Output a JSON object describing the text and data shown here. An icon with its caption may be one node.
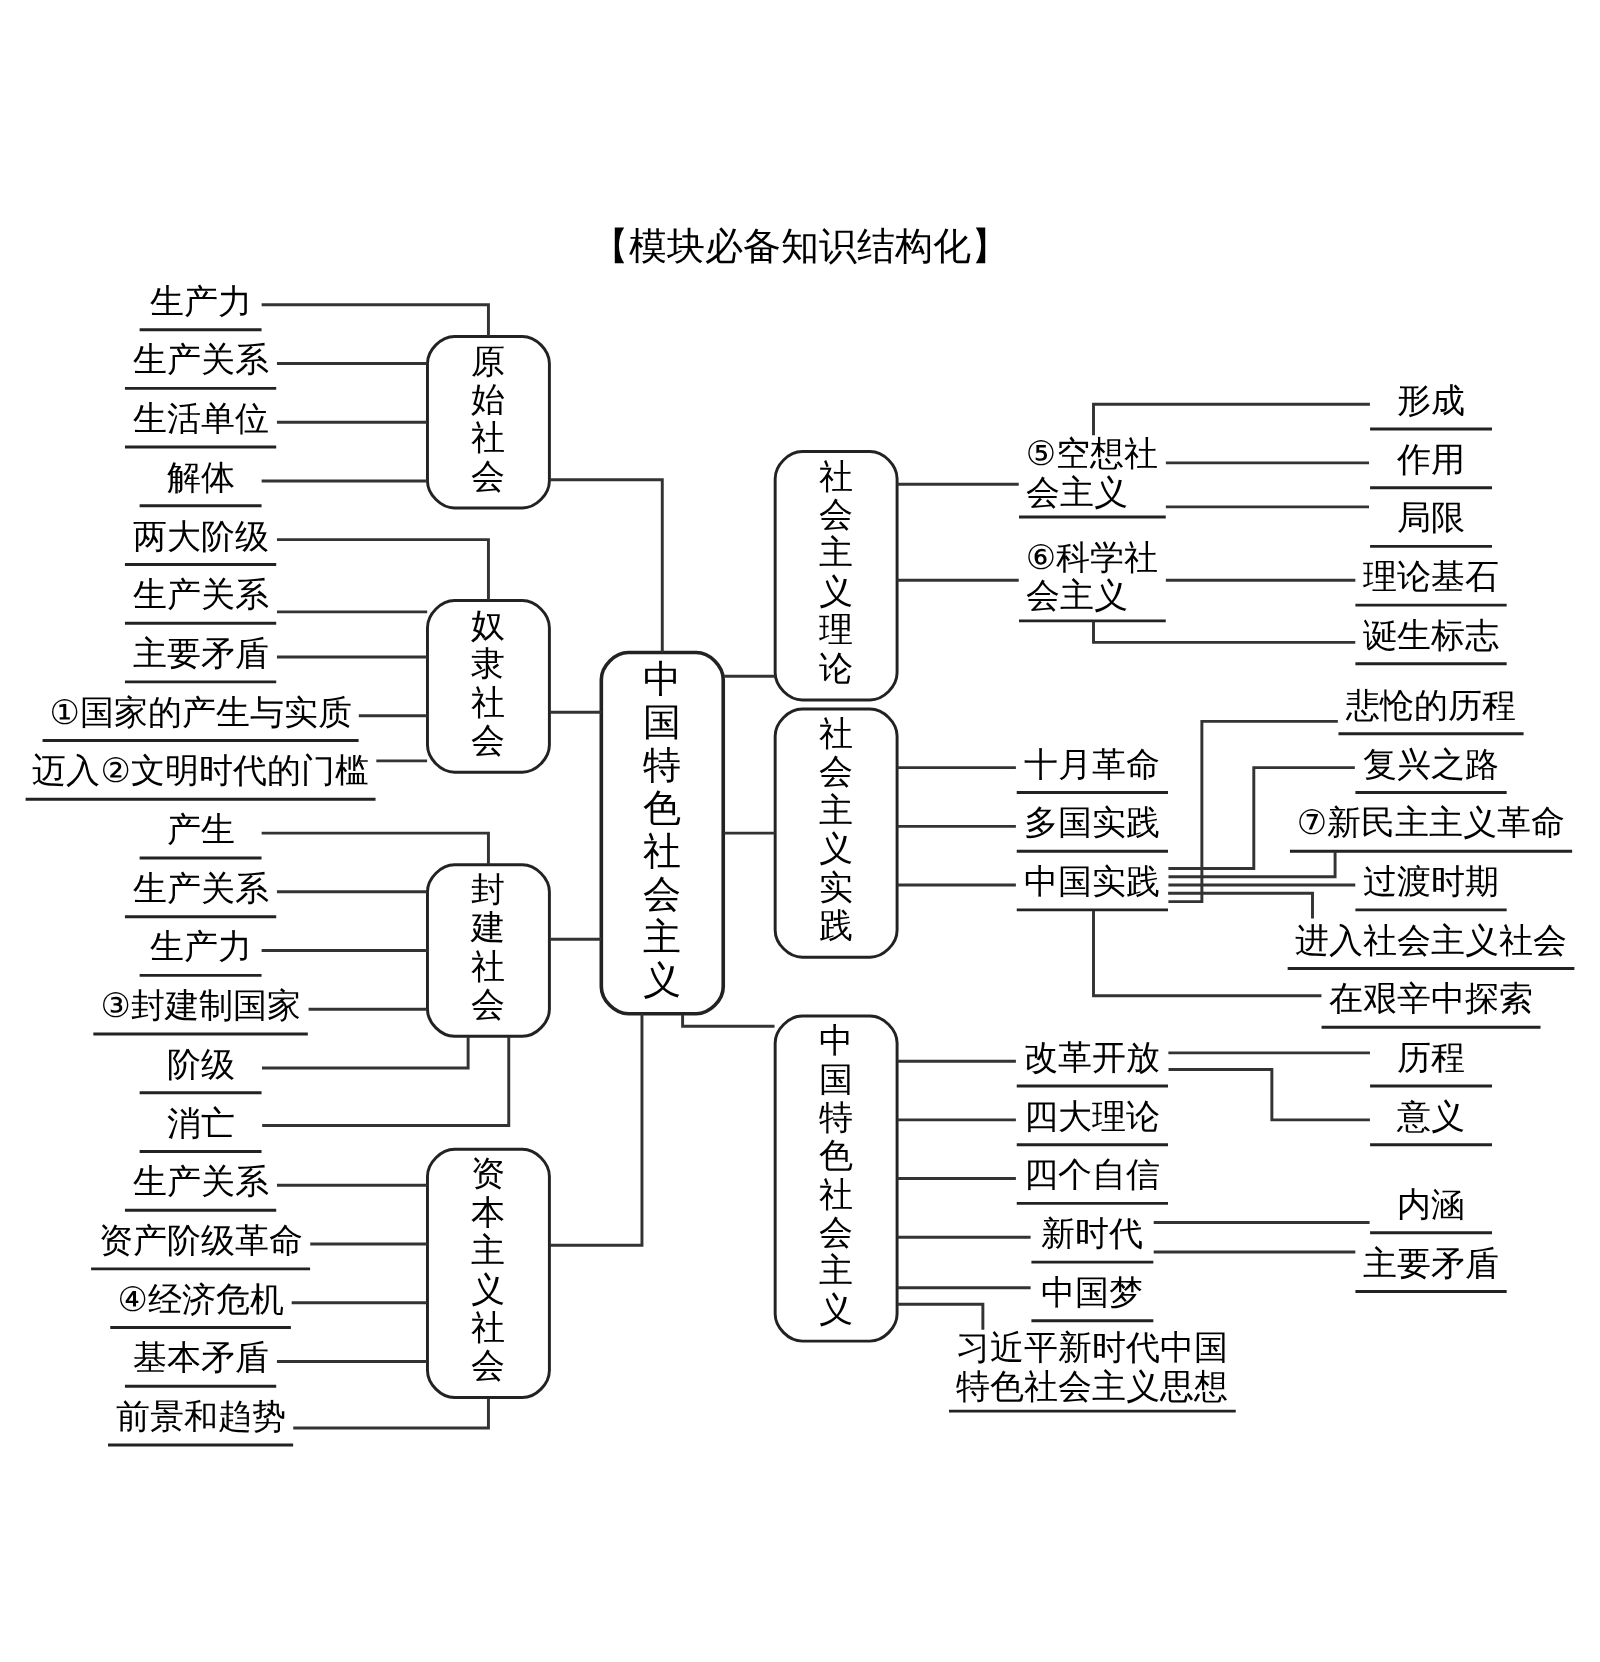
{
  "diagram": {
    "title": "【模块必备知识结构化】",
    "nodes": [
      {
        "text": [
          "原始社会"
        ]
      },
      {
        "text": [
          "生产力"
        ]
      },
      {
        "text": [
          "生产关系"
        ]
      },
      {
        "text": [
          "生活单位"
        ]
      },
      {
        "text": [
          "解体"
        ]
      },
      {
        "text": [
          "奴隶社会"
        ]
      },
      {
        "text": [
          "两大阶级"
        ]
      },
      {
        "text": [
          "生产关系"
        ]
      },
      {
        "text": [
          "主要矛盾"
        ]
      },
      {
        "text": [
          "①国家的产生与实质"
        ]
      },
      {
        "text": [
          "迈入②文明时代的门槛"
        ]
      },
      {
        "text": [
          "封建社会"
        ]
      },
      {
        "text": [
          "产生"
        ]
      },
      {
        "text": [
          "生产关系"
        ]
      },
      {
        "text": [
          "生产力"
        ]
      },
      {
        "text": [
          "③封建制国家"
        ]
      },
      {
        "text": [
          "阶级"
        ]
      },
      {
        "text": [
          "消亡"
        ]
      },
      {
        "text": [
          "资本主义社会"
        ]
      },
      {
        "text": [
          "生产关系"
        ]
      },
      {
        "text": [
          "资产阶级革命"
        ]
      },
      {
        "text": [
          "④经济危机"
        ]
      },
      {
        "text": [
          "基本矛盾"
        ]
      },
      {
        "text": [
          "前景和趋势"
        ]
      },
      {
        "text": [
          "中国特色社会主义"
        ]
      },
      {
        "text": [
          "社会主义理论"
        ]
      },
      {
        "text": [
          "⑤空想社会主义"
        ]
      },
      {
        "text": [
          "形成"
        ]
      },
      {
        "text": [
          "作用"
        ]
      },
      {
        "text": [
          "局限"
        ]
      },
      {
        "text": [
          "⑥科学社会主义"
        ]
      },
      {
        "text": [
          "理论基石"
        ]
      },
      {
        "text": [
          "诞生标志"
        ]
      },
      {
        "text": [
          "社会主义实践"
        ]
      },
      {
        "text": [
          "十月革命"
        ]
      },
      {
        "text": [
          "多国实践"
        ]
      },
      {
        "text": [
          "中国实践"
        ]
      },
      {
        "text": [
          "悲怆的历程"
        ]
      },
      {
        "text": [
          "复兴之路"
        ]
      },
      {
        "text": [
          "⑦新民主主义革命"
        ]
      },
      {
        "text": [
          "过渡时期"
        ]
      },
      {
        "text": [
          "进入社会主义社会"
        ]
      },
      {
        "text": [
          "在艰辛中探索"
        ]
      },
      {
        "text": [
          "中国特色社会主义"
        ]
      },
      {
        "text": [
          "改革开放"
        ]
      },
      {
        "text": [
          "历程"
        ]
      },
      {
        "text": [
          "意义"
        ]
      },
      {
        "text": [
          "四大理论"
        ]
      },
      {
        "text": [
          "四个自信"
        ]
      },
      {
        "text": [
          "新时代"
        ]
      },
      {
        "text": [
          "内涵"
        ]
      },
      {
        "text": [
          "主要矛盾"
        ]
      },
      {
        "text": [
          "中国梦"
        ]
      },
      {
        "text": [
          "习近平新时代中国特色社会主义思想"
        ]
      }
    ],
    "edges": [
      {
        "from": 1,
        "to": 0,
        "arrow": "none"
      },
      {
        "from": 2,
        "to": 0,
        "arrow": "none"
      },
      {
        "from": 3,
        "to": 0,
        "arrow": "none"
      },
      {
        "from": 4,
        "to": 0,
        "arrow": "none"
      },
      {
        "from": 6,
        "to": 5,
        "arrow": "none"
      },
      {
        "from": 7,
        "to": 5,
        "arrow": "none"
      },
      {
        "from": 8,
        "to": 5,
        "arrow": "none"
      },
      {
        "from": 9,
        "to": 5,
        "arrow": "none"
      },
      {
        "from": 10,
        "to": 5,
        "arrow": "none"
      },
      {
        "from": 12,
        "to": 11,
        "arrow": "none"
      },
      {
        "from": 13,
        "to": 11,
        "arrow": "none"
      },
      {
        "from": 14,
        "to": 11,
        "arrow": "none"
      },
      {
        "from": 15,
        "to": 11,
        "arrow": "none"
      },
      {
        "from": 16,
        "to": 11,
        "arrow": "none"
      },
      {
        "from": 17,
        "to": 11,
        "arrow": "none"
      },
      {
        "from": 19,
        "to": 18,
        "arrow": "none"
      },
      {
        "from": 20,
        "to": 18,
        "arrow": "none"
      },
      {
        "from": 21,
        "to": 18,
        "arrow": "none"
      },
      {
        "from": 22,
        "to": 18,
        "arrow": "none"
      },
      {
        "from": 23,
        "to": 18,
        "arrow": "none"
      },
      {
        "from": 0,
        "to": 24,
        "arrow": "none"
      },
      {
        "from": 5,
        "to": 24,
        "arrow": "none"
      },
      {
        "from": 11,
        "to": 24,
        "arrow": "none"
      },
      {
        "from": 18,
        "to": 24,
        "arrow": "none"
      },
      {
        "from": 24,
        "to": 25,
        "arrow": "none"
      },
      {
        "from": 25,
        "to": 26,
        "arrow": "none"
      },
      {
        "from": 26,
        "to": 27,
        "arrow": "none"
      },
      {
        "from": 26,
        "to": 28,
        "arrow": "none"
      },
      {
        "from": 26,
        "to": 29,
        "arrow": "none"
      },
      {
        "from": 25,
        "to": 30,
        "arrow": "none"
      },
      {
        "from": 30,
        "to": 31,
        "arrow": "none"
      },
      {
        "from": 30,
        "to": 32,
        "arrow": "none"
      },
      {
        "from": 24,
        "to": 33,
        "arrow": "none"
      },
      {
        "from": 33,
        "to": 34,
        "arrow": "none"
      },
      {
        "from": 33,
        "to": 35,
        "arrow": "none"
      },
      {
        "from": 33,
        "to": 36,
        "arrow": "none"
      },
      {
        "from": 36,
        "to": 37,
        "arrow": "none"
      },
      {
        "from": 36,
        "to": 38,
        "arrow": "none"
      },
      {
        "from": 36,
        "to": 39,
        "arrow": "none"
      },
      {
        "from": 36,
        "to": 40,
        "arrow": "none"
      },
      {
        "from": 36,
        "to": 41,
        "arrow": "none"
      },
      {
        "from": 36,
        "to": 42,
        "arrow": "none"
      },
      {
        "from": 24,
        "to": 43,
        "arrow": "none"
      },
      {
        "from": 43,
        "to": 44,
        "arrow": "none"
      },
      {
        "from": 44,
        "to": 45,
        "arrow": "none"
      },
      {
        "from": 44,
        "to": 46,
        "arrow": "none"
      },
      {
        "from": 43,
        "to": 47,
        "arrow": "none"
      },
      {
        "from": 43,
        "to": 48,
        "arrow": "none"
      },
      {
        "from": 43,
        "to": 49,
        "arrow": "none"
      },
      {
        "from": 49,
        "to": 50,
        "arrow": "none"
      },
      {
        "from": 49,
        "to": 51,
        "arrow": "none"
      },
      {
        "from": 43,
        "to": 52,
        "arrow": "none"
      },
      {
        "from": 43,
        "to": 53,
        "arrow": "none"
      }
    ]
  }
}
